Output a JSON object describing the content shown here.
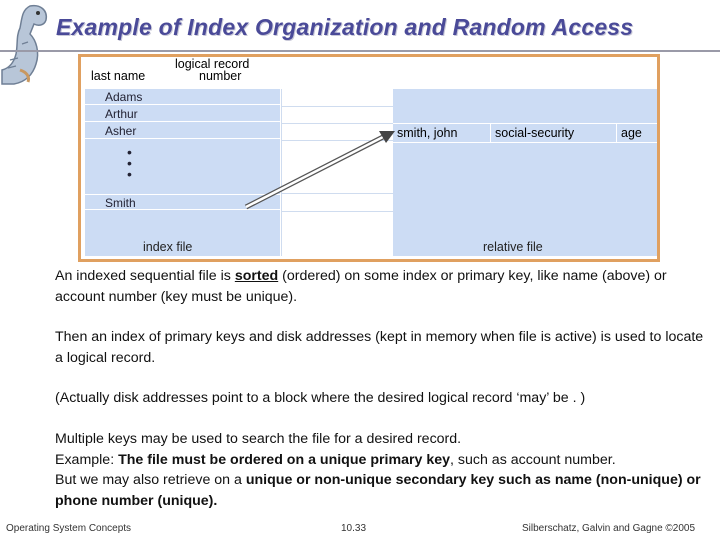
{
  "slide": {
    "title": "Example of Index Organization and Random Access"
  },
  "figure": {
    "header_last_name": "last name",
    "header_logical_record_1": "logical record",
    "header_logical_record_2": "number",
    "index_names": [
      "Adams",
      "Arthur",
      "Asher"
    ],
    "index_ellipsis": "•\n•\n•",
    "index_last": "Smith",
    "record_fields": [
      "smith, john",
      "social-security",
      "age"
    ],
    "label_index_file": "index file",
    "label_relative_file": "relative file"
  },
  "body": {
    "p1_pre": "An indexed sequential file is ",
    "p1_sorted": "sorted",
    "p1_post": " (ordered) on some index or primary key, like name (above) or account number (key must be unique).",
    "p2": "Then an index of primary keys and disk addresses (kept in memory when file is active) is used to locate a logical record.",
    "p3": "(Actually disk addresses point to a block where the desired logical record ‘may’ be . )",
    "p4_line1": "Multiple keys may be used to search the file for a desired record.",
    "p4_ex_pre": "Example: ",
    "p4_ex_bold": "The file must be ordered on a unique primary key",
    "p4_ex_post": ", such as account number.",
    "p4_but_pre": "But we may also retrieve on a ",
    "p4_but_bold": "unique or non-unique secondary key such as name (non-unique) or phone number (unique)."
  },
  "footer": {
    "left": "Operating System Concepts",
    "center": "10.33",
    "right": "Silberschatz, Galvin and Gagne ©2005"
  }
}
